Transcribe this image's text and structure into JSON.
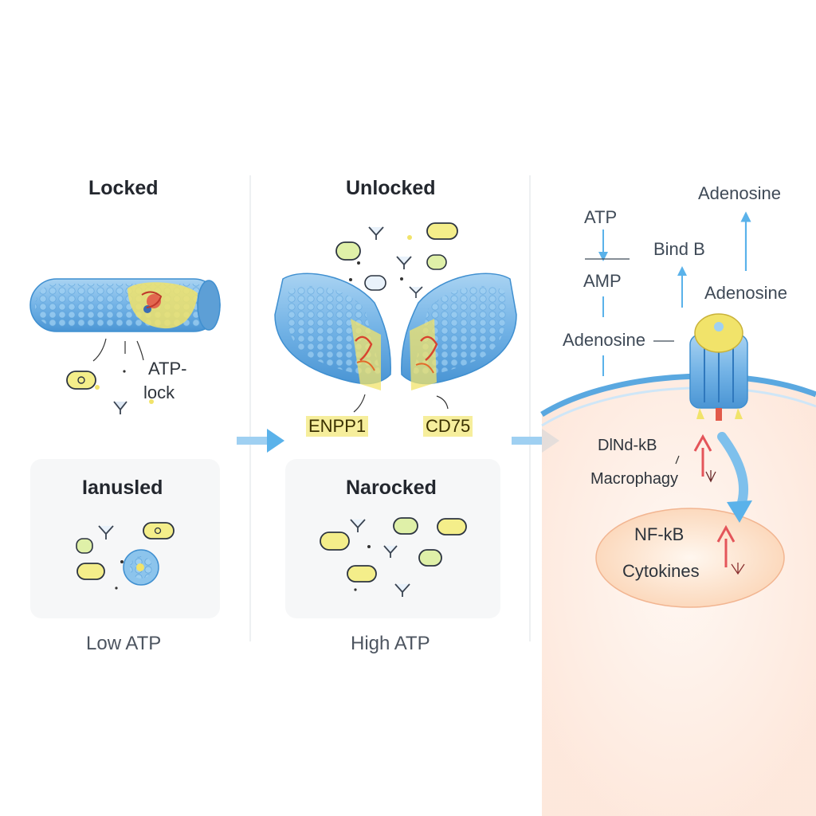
{
  "panels": {
    "left": {
      "title": "Locked",
      "annotation_line1": "ATP-",
      "annotation_line2": "lock",
      "lower_title": "Ianusled",
      "caption": "Low ATP"
    },
    "middle": {
      "title": "Unlocked",
      "label_left": "ENPP1",
      "label_right": "CD75",
      "lower_title": "Narocked",
      "caption": "High ATP"
    },
    "right": {
      "atp": "ATP",
      "amp": "AMP",
      "adenosine_1": "Adenosine",
      "bind_b": "Bind B",
      "adenosine_top": "Adenosine",
      "adenosine_right": "Adenosine",
      "signal": "DlNd-kB",
      "macrophage": "Macrophagy",
      "nfkb": "NF-kB",
      "cytokines": "Cytokines"
    }
  },
  "colors": {
    "protein_blue": "#7cb8e6",
    "protein_dark": "#3f8fd0",
    "arrow_blue": "#5ab2ea",
    "highlight_yellow": "#f1e36a",
    "up_red": "#e4555a",
    "membrane": "#5aa8e0",
    "cell_fill": "#fde7dc"
  }
}
